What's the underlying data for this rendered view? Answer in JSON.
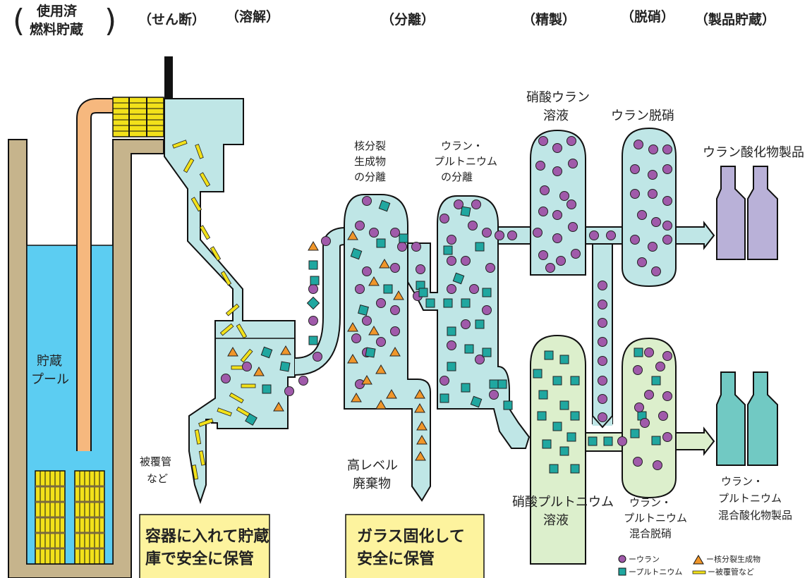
{
  "headers": {
    "spent_fuel_line1": "使用済",
    "spent_fuel_line2": "燃料貯蔵",
    "shearing": "（せん断）",
    "dissolution": "（溶解）",
    "separation": "（分離）",
    "purification": "（精製）",
    "denitration": "（脱硝）",
    "product_storage": "（製品貯蔵）"
  },
  "labels": {
    "pool_line1": "貯蔵",
    "pool_line2": "プール",
    "cladding_line1": "被覆管",
    "cladding_line2": "など",
    "fp_sep_line1": "核分裂",
    "fp_sep_line2": "生成物",
    "fp_sep_line3": "の分離",
    "upu_sep_line1": "ウラン・",
    "upu_sep_line2": "プルトニウム",
    "upu_sep_line3": "の分離",
    "hlw_line1": "高レベル",
    "hlw_line2": "廃棄物",
    "uranyl_line1": "硝酸ウラン",
    "uranyl_line2": "溶液",
    "u_denit": "ウラン脱硝",
    "u_oxide_product": "ウラン酸化物製品",
    "pu_nitrate_line1": "硝酸プルトニウム",
    "pu_nitrate_line2": "溶液",
    "mixed_denit_line1": "ウラン・",
    "mixed_denit_line2": "プルトニウム",
    "mixed_denit_line3": "混合脱硝",
    "mox_line1": "ウラン・",
    "mox_line2": "プルトニウム",
    "mox_line3": "混合酸化物製品"
  },
  "notes": {
    "storage_line1": "容器に入れて貯蔵",
    "storage_line2": "庫で安全に保管",
    "vitrify_line1": "ガラス固化して",
    "vitrify_line2": "安全に保管"
  },
  "legend": {
    "uranium": "ーウラン",
    "fission_products": "ー核分裂生成物",
    "plutonium": "ープルトニウム",
    "cladding": "ー被覆管など"
  },
  "colors": {
    "uranium": "#a05aaa",
    "plutonium": "#20a7a0",
    "fission_products": "#f0962a",
    "cladding": "#f2e11a",
    "solution": "#bfe6e6",
    "pu_solution": "#dcefcc",
    "pool_water": "#5ccdf2",
    "pool_wall": "#c6b48c",
    "u_product": "#b9b1d8",
    "mox_product": "#71c9c3",
    "note_bg": "#fdf39e"
  }
}
